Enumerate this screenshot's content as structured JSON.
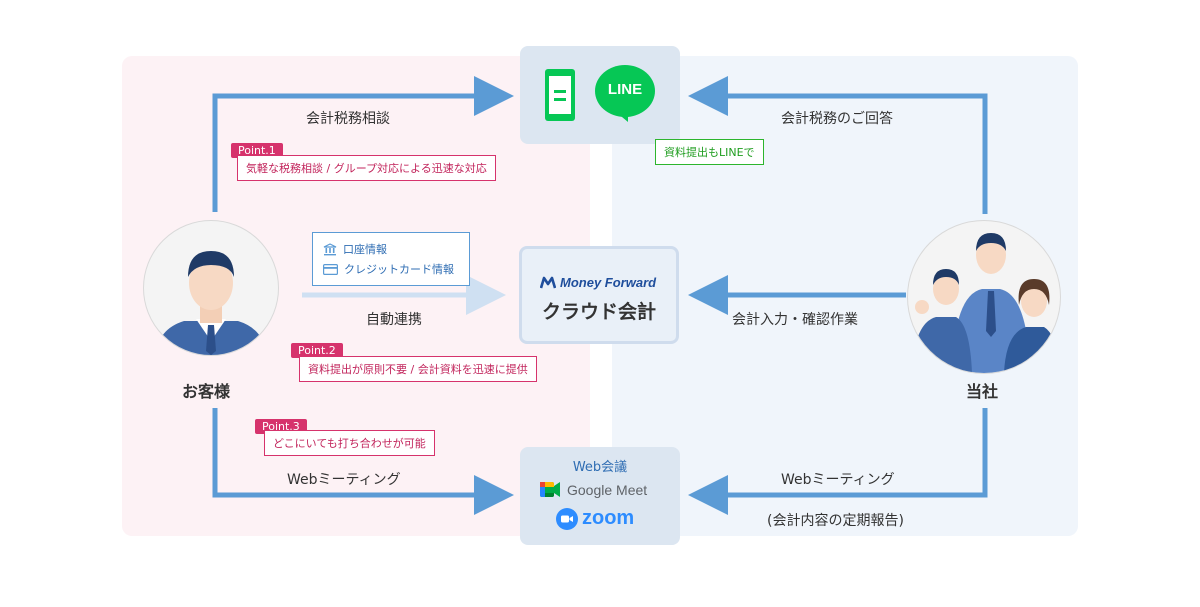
{
  "nodes": {
    "customer": {
      "label": "お客様"
    },
    "company": {
      "label": "当社"
    },
    "line_service": {
      "label": "LINE"
    },
    "mf_service": {
      "brand": "Money Forward",
      "product": "クラウド会計"
    },
    "meeting_service": {
      "title": "Web会議",
      "google_meet": "Google Meet",
      "zoom": "zoom"
    }
  },
  "edges": {
    "tax_consult": "会計税務相談",
    "tax_reply": "会計税務のご回答",
    "auto_link": "自動連携",
    "input_check": "会計入力・確認作業",
    "web_meeting_left": "Webミーティング",
    "web_meeting_right": "Webミーティング",
    "web_meeting_right_sub": "(会計内容の定期報告)"
  },
  "linked_info": {
    "bank": "口座情報",
    "card": "クレジットカード情報"
  },
  "points": [
    {
      "tag": "Point.1",
      "text": "気軽な税務相談 / グループ対応による迅速な対応"
    },
    {
      "tag": "Point.2",
      "text": "資料提出が原則不要 / 会計資料を迅速に提供"
    },
    {
      "tag": "Point.3",
      "text": "どこにいても打ち合わせが可能"
    }
  ],
  "line_note": "資料提出もLINEで",
  "colors": {
    "arrow": "#5b9bd5",
    "arrow_light": "#cfe0f2",
    "point": "#d6336c",
    "line_green": "#06c755",
    "left_bg": "#fdf2f5",
    "right_bg": "#f0f5fb",
    "card_bg": "#dce6f1"
  }
}
